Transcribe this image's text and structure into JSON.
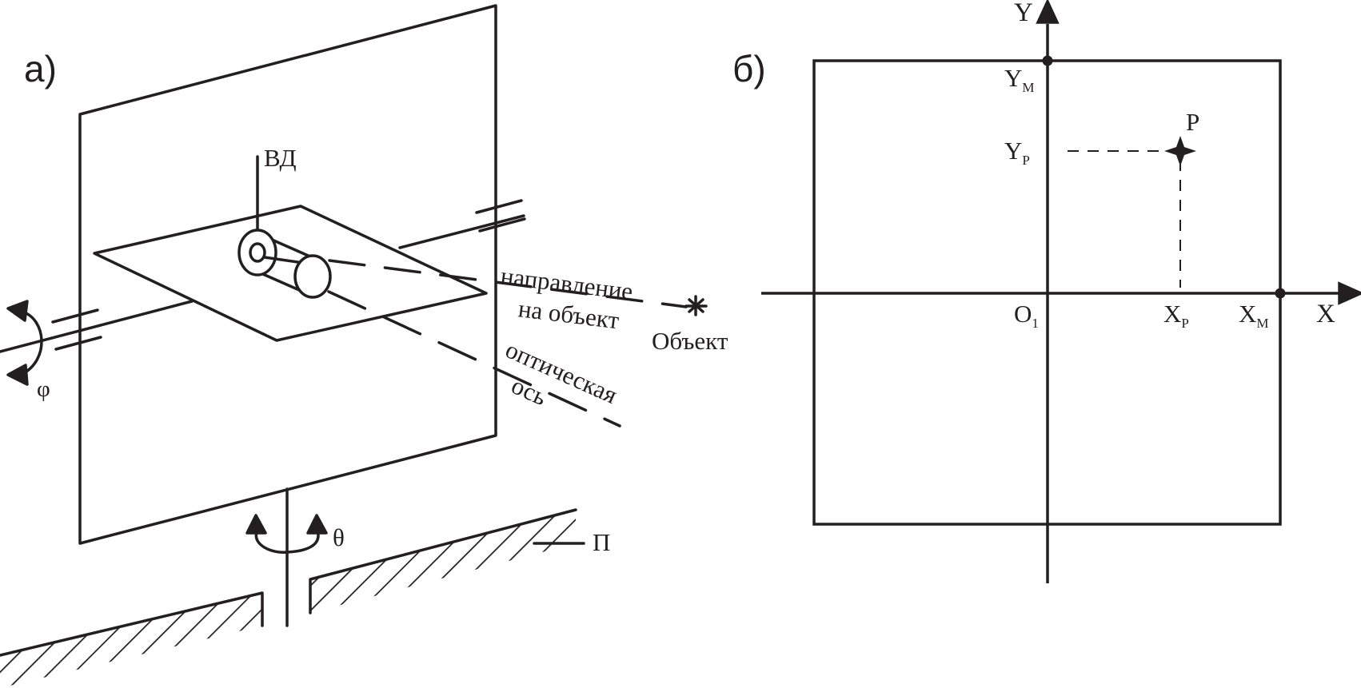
{
  "colors": {
    "ink": "#231f20",
    "background": "#ffffff"
  },
  "panel_a": {
    "label": "а)",
    "sensor_label": "ВД",
    "direction_label_line1": "направление",
    "direction_label_line2": "на объект",
    "object_label": "Объект",
    "optical_axis_line1": "оптическая",
    "optical_axis_line2": "ось",
    "phi_label": "φ",
    "theta_label": "θ",
    "base_label": "П"
  },
  "panel_b": {
    "label": "б)",
    "y_axis_label": "Y",
    "x_axis_label": "X",
    "origin_main": "O",
    "origin_sub": "1",
    "ym_main": "Y",
    "ym_sub": "М",
    "yp_main": "Y",
    "yp_sub": "Р",
    "xp_main": "X",
    "xp_sub": "Р",
    "xm_main": "X",
    "xm_sub": "М",
    "point_label": "P"
  }
}
